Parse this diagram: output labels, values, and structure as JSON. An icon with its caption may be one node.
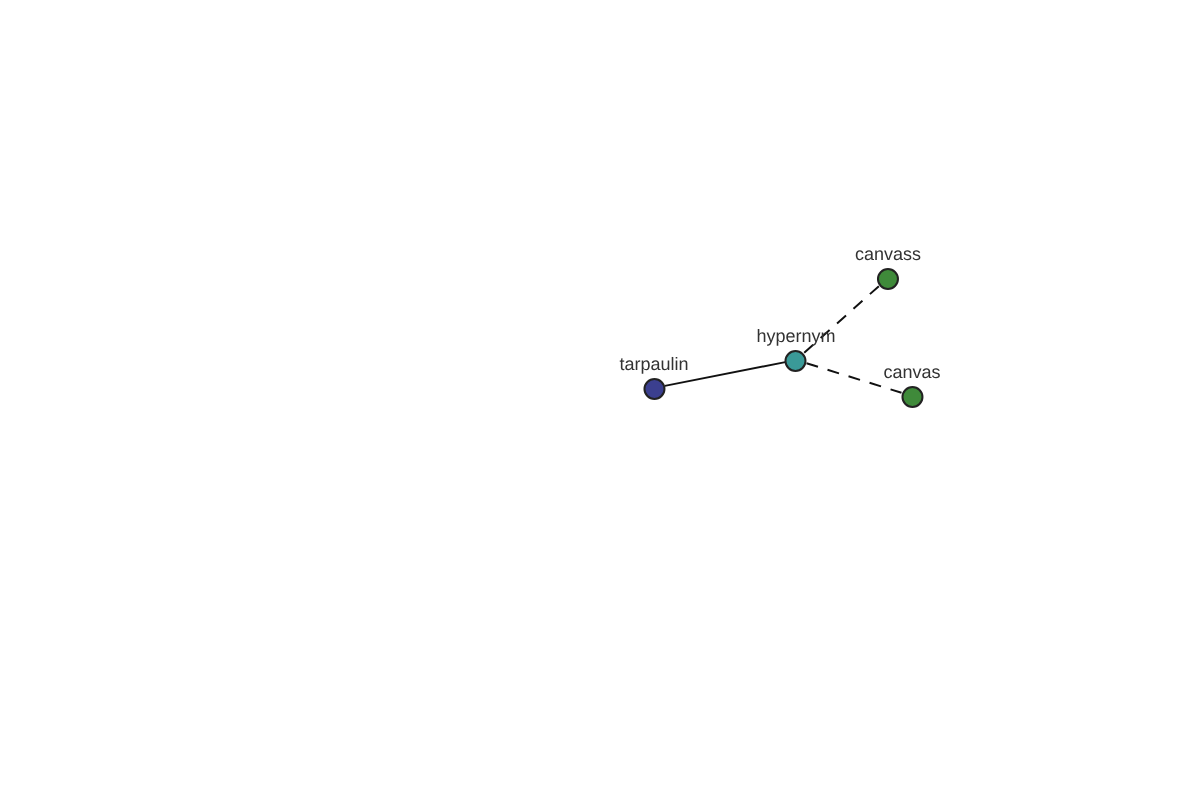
{
  "diagram": {
    "nodes": [
      {
        "text": [
          "tarpaulin"
        ]
      },
      {
        "text": [
          "hypernym"
        ]
      },
      {
        "text": [
          "canvass"
        ]
      },
      {
        "text": [
          "canvas"
        ]
      }
    ],
    "edges": [
      {
        "from": 1,
        "to": 0,
        "arrow": "none"
      },
      {
        "from": 1,
        "to": 2,
        "arrow": "none",
        "style": "dashed"
      },
      {
        "from": 1,
        "to": 3,
        "arrow": "none",
        "style": "dashed"
      }
    ]
  }
}
